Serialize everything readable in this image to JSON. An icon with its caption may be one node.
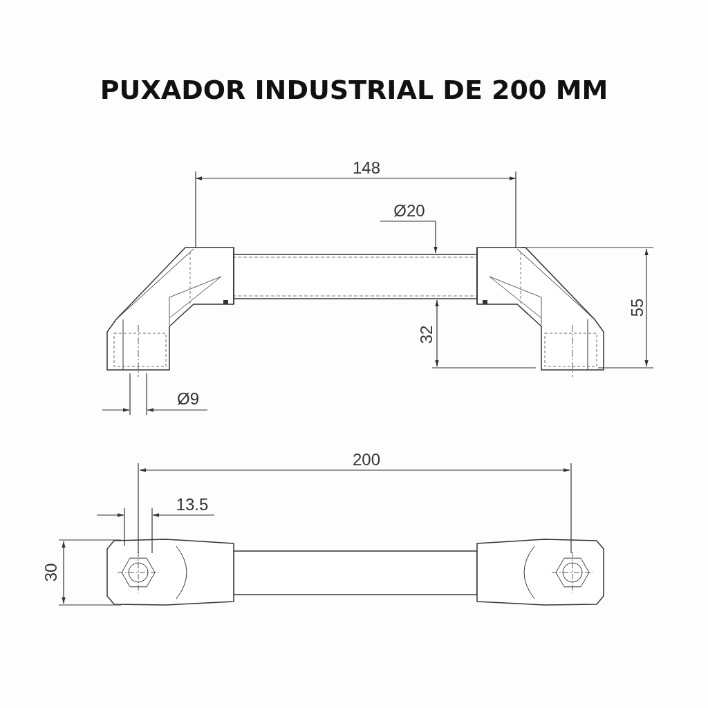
{
  "diagram": {
    "title": "PUXADOR INDUSTRIAL DE 200 MM",
    "labels": [
      "148",
      "Ø20",
      "55",
      "32",
      "Ø9",
      "200",
      "13.5",
      "30"
    ]
  }
}
